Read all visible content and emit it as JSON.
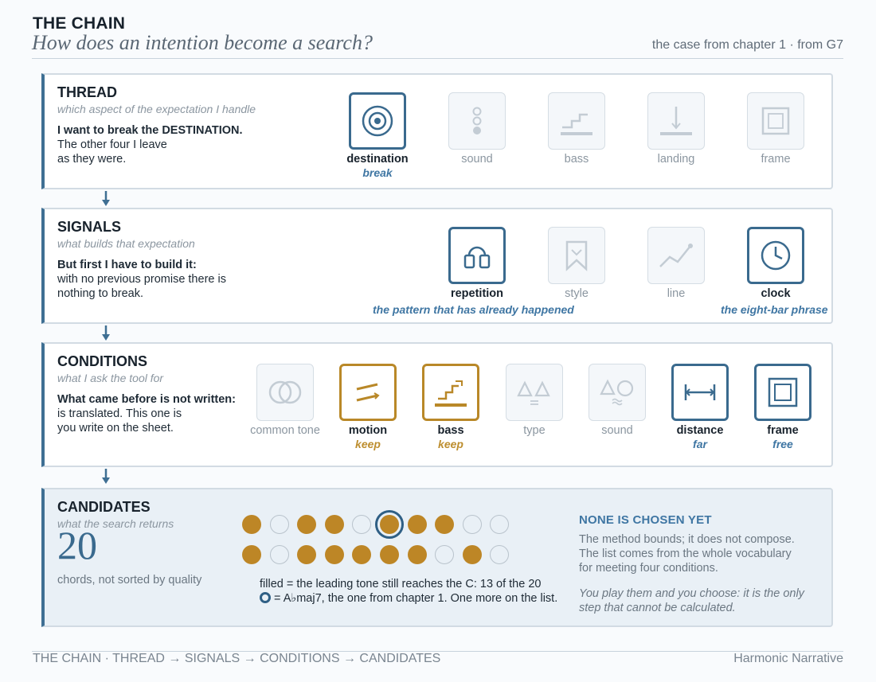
{
  "header": {
    "title": "THE CHAIN",
    "subtitle": "How does an intention become a search?",
    "right": "the case from chapter 1 · from G7"
  },
  "thread": {
    "title": "THREAD",
    "subtitle": "which aspect of the expectation I handle",
    "lead": "I want to break the DESTINATION.",
    "body": [
      "The other four I leave",
      "as they were."
    ],
    "tiles": [
      {
        "label": "destination",
        "note": "break",
        "state": "active",
        "icon": "target-icon"
      },
      {
        "label": "sound",
        "note": "",
        "state": "dim",
        "icon": "dots-stack-icon"
      },
      {
        "label": "bass",
        "note": "",
        "state": "dim",
        "icon": "steps-icon"
      },
      {
        "label": "landing",
        "note": "",
        "state": "dim",
        "icon": "landing-icon"
      },
      {
        "label": "frame",
        "note": "",
        "state": "dim",
        "icon": "frame-icon"
      }
    ]
  },
  "signals": {
    "title": "SIGNALS",
    "subtitle": "what builds that expectation",
    "lead": "But first I have to build it:",
    "body": [
      "with no previous promise there is",
      "nothing to break."
    ],
    "tiles": [
      {
        "label": "repetition",
        "note": "the pattern that has already happened",
        "state": "active",
        "icon": "repetition-icon"
      },
      {
        "label": "style",
        "note": "",
        "state": "dim",
        "icon": "bookmark-icon"
      },
      {
        "label": "line",
        "note": "",
        "state": "dim",
        "icon": "line-chart-icon"
      },
      {
        "label": "clock",
        "note": "the eight-bar phrase",
        "state": "active",
        "icon": "clock-icon"
      }
    ]
  },
  "conditions": {
    "title": "CONDITIONS",
    "subtitle": "what I ask the tool for",
    "lead": "What came before is not written:",
    "body": [
      "is translated. This one is",
      "you write on the sheet."
    ],
    "tiles": [
      {
        "label": "common tone",
        "note": "",
        "state": "dim",
        "icon": "overlap-circles-icon"
      },
      {
        "label": "motion",
        "note": "keep",
        "state": "gold",
        "icon": "motion-icon"
      },
      {
        "label": "bass",
        "note": "keep",
        "state": "gold",
        "icon": "bass-steps-icon"
      },
      {
        "label": "type",
        "note": "",
        "state": "dim",
        "icon": "type-triangles-icon"
      },
      {
        "label": "sound",
        "note": "",
        "state": "dim",
        "icon": "sound-shapes-icon"
      },
      {
        "label": "distance",
        "note": "far",
        "state": "blue",
        "icon": "distance-icon"
      },
      {
        "label": "frame",
        "note": "free",
        "state": "blue",
        "icon": "frame-icon"
      }
    ]
  },
  "candidates": {
    "title": "CANDIDATES",
    "subtitle": "what the search returns",
    "count": "20",
    "count_label": "chords, not sorted by quality",
    "rows": [
      [
        1,
        0,
        1,
        1,
        0,
        1,
        1,
        1,
        0,
        0
      ],
      [
        1,
        0,
        1,
        1,
        1,
        1,
        1,
        0,
        1,
        0
      ]
    ],
    "highlight": {
      "row": 0,
      "col": 5
    },
    "legend_filled": "filled = the leading tone still reaches the C: 13 of the 20",
    "legend_ring": "= A♭maj7, the one from chapter 1. One more on the list.",
    "side_heading": "NONE IS CHOSEN YET",
    "side_text": [
      "The method bounds; it does not compose.",
      "The list comes from the whole vocabulary",
      "for meeting four conditions."
    ],
    "side_italic": [
      "You play them and you choose: it is the only",
      "step that cannot be calculated."
    ]
  },
  "footer": {
    "left": "THE CHAIN · THREAD → SIGNALS → CONDITIONS → CANDIDATES",
    "right": "Harmonic Narrative"
  },
  "colors": {
    "blue": "#3a6a8e",
    "gold": "#b98828",
    "dim": "#c3ccd4"
  }
}
